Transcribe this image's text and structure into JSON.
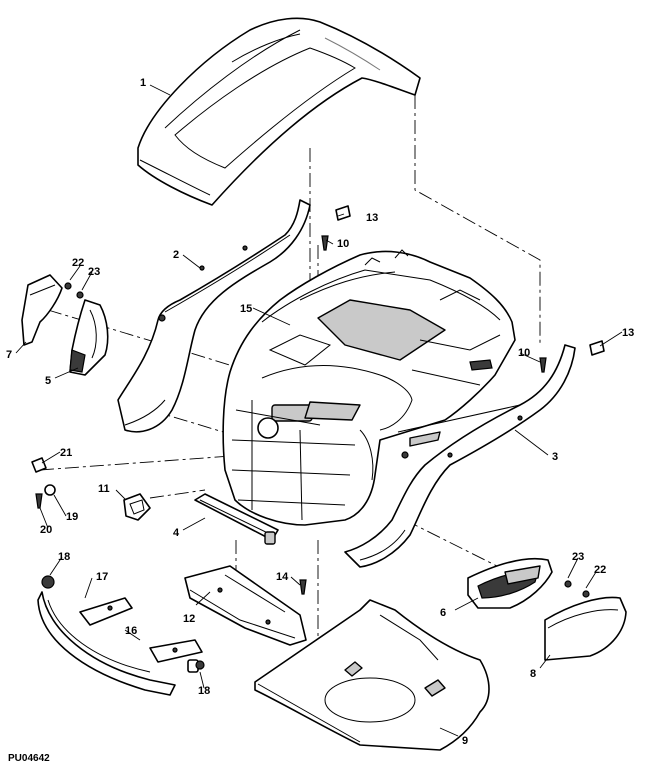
{
  "callouts": {
    "c1": "1",
    "c2": "2",
    "c3": "3",
    "c4": "4",
    "c5": "5",
    "c6": "6",
    "c7": "7",
    "c8": "8",
    "c9": "9",
    "c10a": "10",
    "c10b": "10",
    "c11": "11",
    "c12": "12",
    "c13a": "13",
    "c13b": "13",
    "c14": "14",
    "c15": "15",
    "c16": "16",
    "c17": "17",
    "c18a": "18",
    "c18b": "18",
    "c19": "19",
    "c20": "20",
    "c21": "21",
    "c22a": "22",
    "c22b": "22",
    "c23a": "23",
    "c23b": "23"
  },
  "reference_code": "PU04642"
}
